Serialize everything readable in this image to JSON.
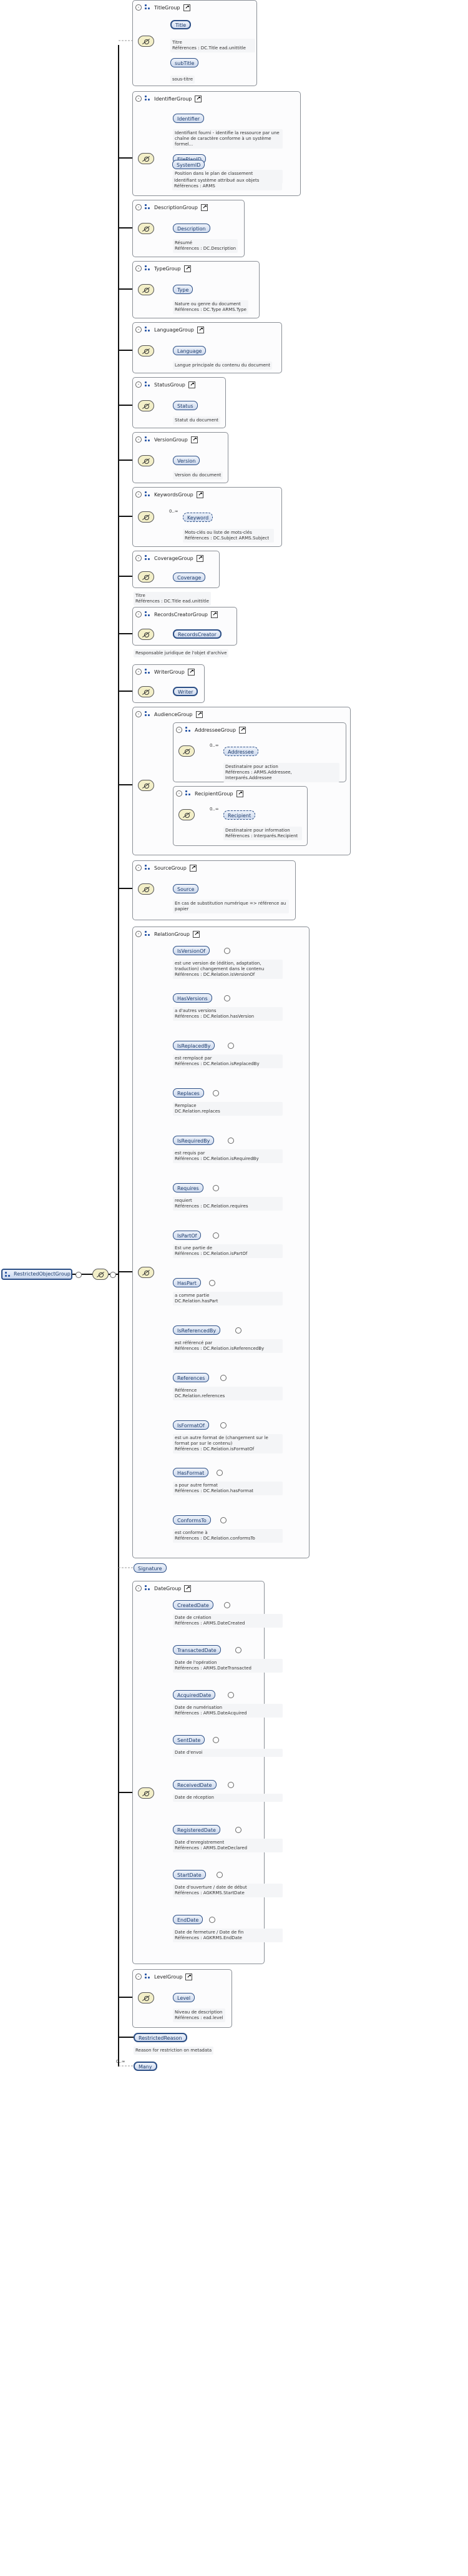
{
  "root": {
    "label": "RestrictedObjectGroup"
  },
  "groups": {
    "title": {
      "name": "TitleGroup",
      "el1": "Title",
      "doc1": "Titre\nRéférences : DC.Title ead.unittitle",
      "el2": "subTitle",
      "doc2": "sous-titre"
    },
    "identifier": {
      "name": "IdentifierGroup",
      "el1": "Identifier",
      "doc1": "Identifiant fourni - identifie la ressource par une chaîne de caractère conforme à un système formel...",
      "el2": "FilePlanID",
      "doc2": "Position dans le plan de classement\nRéférences : ARMS.FilePlanID",
      "el3": "SystemID",
      "doc3": "Identifiant système attribué aux objets\nRéférences : ARMS"
    },
    "description": {
      "name": "DescriptionGroup",
      "el1": "Description",
      "doc1": "Résumé\nRéférences : DC.Description"
    },
    "type": {
      "name": "TypeGroup",
      "el1": "Type",
      "doc1": "Nature ou genre du document\nRéférences : DC.Type ARMS.Type"
    },
    "language": {
      "name": "LanguageGroup",
      "el1": "Language",
      "doc1": "Langue principale du contenu du document"
    },
    "status": {
      "name": "StatusGroup",
      "el1": "Status",
      "doc1": "Statut du document"
    },
    "version": {
      "name": "VersionGroup",
      "el1": "Version",
      "doc1": "Version du document"
    },
    "keyword": {
      "name": "KeywordsGroup",
      "occ": "0..∞",
      "el1": "Keyword",
      "doc1": "Mots-clés ou liste de mots-clés\nRéférences : DC.Subject ARMS.Subject"
    },
    "coverage": {
      "name": "CoverageGroup",
      "el1": "Coverage",
      "doc_after": "Titre\nRéférences : DC.Title ead.unittitle"
    },
    "recordscreator": {
      "name": "RecordsCreatorGroup",
      "el1": "RecordsCreator",
      "doc_after": "Responsable juridique de l'objet d'archive"
    },
    "writer": {
      "name": "WriterGroup",
      "el1": "Writer"
    },
    "audience": {
      "name": "AudienceGroup",
      "sub1": "AddresseeGroup",
      "occ1": "0..∞",
      "el1": "Addressee",
      "doc1": "Destinataire pour action\nRéférences : ARMS.Addressee, Interparés.Addressee",
      "sub2": "RecipientGroup",
      "occ2": "0..∞",
      "el2": "Recipient",
      "doc2": "Destinataire pour information\nRéférences : Interparés.Recipient"
    },
    "source": {
      "name": "SourceGroup",
      "el1": "Source",
      "doc1": "En cas de substitution numérique => référence au papier"
    },
    "relation": {
      "name": "RelationGroup",
      "items": [
        {
          "el": "IsVersionOf",
          "doc": "est une version de (édition, adaptation, traduction) changement dans le contenu\nRéférences : DC.Relation.isVersionOf"
        },
        {
          "el": "HasVersions",
          "doc": "a d'autres versions\nRéférences : DC.Relation.hasVersion"
        },
        {
          "el": "IsReplacedBy",
          "doc": "est remplacé par\nRéférences : DC.Relation.isReplacedBy"
        },
        {
          "el": "Replaces",
          "doc": "Remplace\nDC.Relation.replaces"
        },
        {
          "el": "IsRequiredBy",
          "doc": "est requis par\nRéférences : DC.Relation.isRequiredBy"
        },
        {
          "el": "Requires",
          "doc": "requiert\nRéférences : DC.Relation.requires"
        },
        {
          "el": "IsPartOf",
          "doc": "Est une partie de\nRéférences : DC.Relation.isPartOf"
        },
        {
          "el": "HasPart",
          "doc": "a comme partie\nDC.Relation.hasPart"
        },
        {
          "el": "IsReferencedBy",
          "doc": "est référencé par\nRéférences : DC.Relation.isReferencedBy"
        },
        {
          "el": "References",
          "doc": "Référence\nDC.Relation.references"
        },
        {
          "el": "IsFormatOf",
          "doc": "est un autre format de (changement sur le format par sur le contenu)\nRéférences : DC.Relation.isFormatOf"
        },
        {
          "el": "HasFormat",
          "doc": "a pour autre format\nRéférences : DC.Relation.hasFormat"
        },
        {
          "el": "ConformsTo",
          "doc": "est conforme à\nRéférences : DC.Relation.conformsTo"
        }
      ]
    },
    "signature": {
      "el1": "Signature"
    },
    "date": {
      "name": "DateGroup",
      "items": [
        {
          "el": "CreatedDate",
          "doc": "Date de création\nRéférences : ARMS.DateCreated"
        },
        {
          "el": "TransactedDate",
          "doc": "Date de l'opération\nRéférences : ARMS.DateTransacted"
        },
        {
          "el": "AcquiredDate",
          "doc": "Date de numérisation\nRéférences : ARMS.DateAcquired"
        },
        {
          "el": "SentDate",
          "doc": "Date d'envoi"
        },
        {
          "el": "ReceivedDate",
          "doc": "Date de réception"
        },
        {
          "el": "RegisteredDate",
          "doc": "Date d'enregistrement\nRéférences : ARMS.DateDeclared"
        },
        {
          "el": "StartDate",
          "doc": "Date d'ouverture / date de début\nRéférences : AGKRMS.StartDate"
        },
        {
          "el": "EndDate",
          "doc": "Date de fermeture / Date de fin\nRéférences : AGKRMS.EndDate"
        }
      ]
    },
    "level": {
      "name": "LevelGroup",
      "el1": "Level",
      "doc1": "Niveau de description\nRéférences : ead.level"
    },
    "restrictedreason": {
      "el1": "RestrictedReason",
      "doc1": "Reason for restriction on metadata"
    },
    "many": {
      "occ": "0..∞",
      "el1": "Many"
    }
  }
}
